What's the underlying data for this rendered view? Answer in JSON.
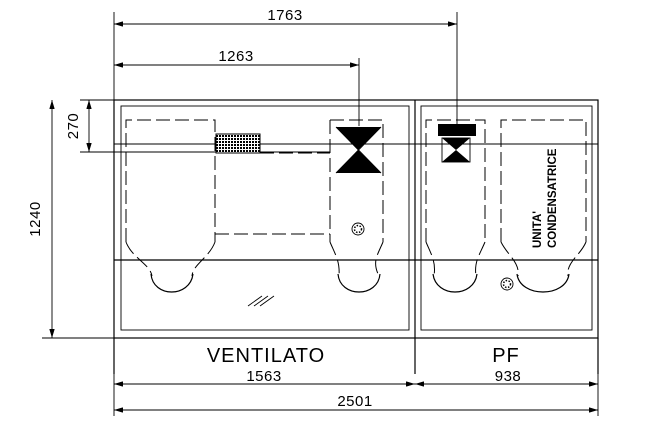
{
  "dimensions": {
    "top_total": "1763",
    "top_inner": "1263",
    "left_offset": "270",
    "left_height": "1240",
    "bottom_ventilato": "1563",
    "bottom_pf": "938",
    "bottom_total": "2501"
  },
  "sections": {
    "ventilato": "VENTILATO",
    "pf": "PF"
  },
  "unit_label": {
    "line1": "UNITA'",
    "line2": "CONDENSATRICE"
  }
}
